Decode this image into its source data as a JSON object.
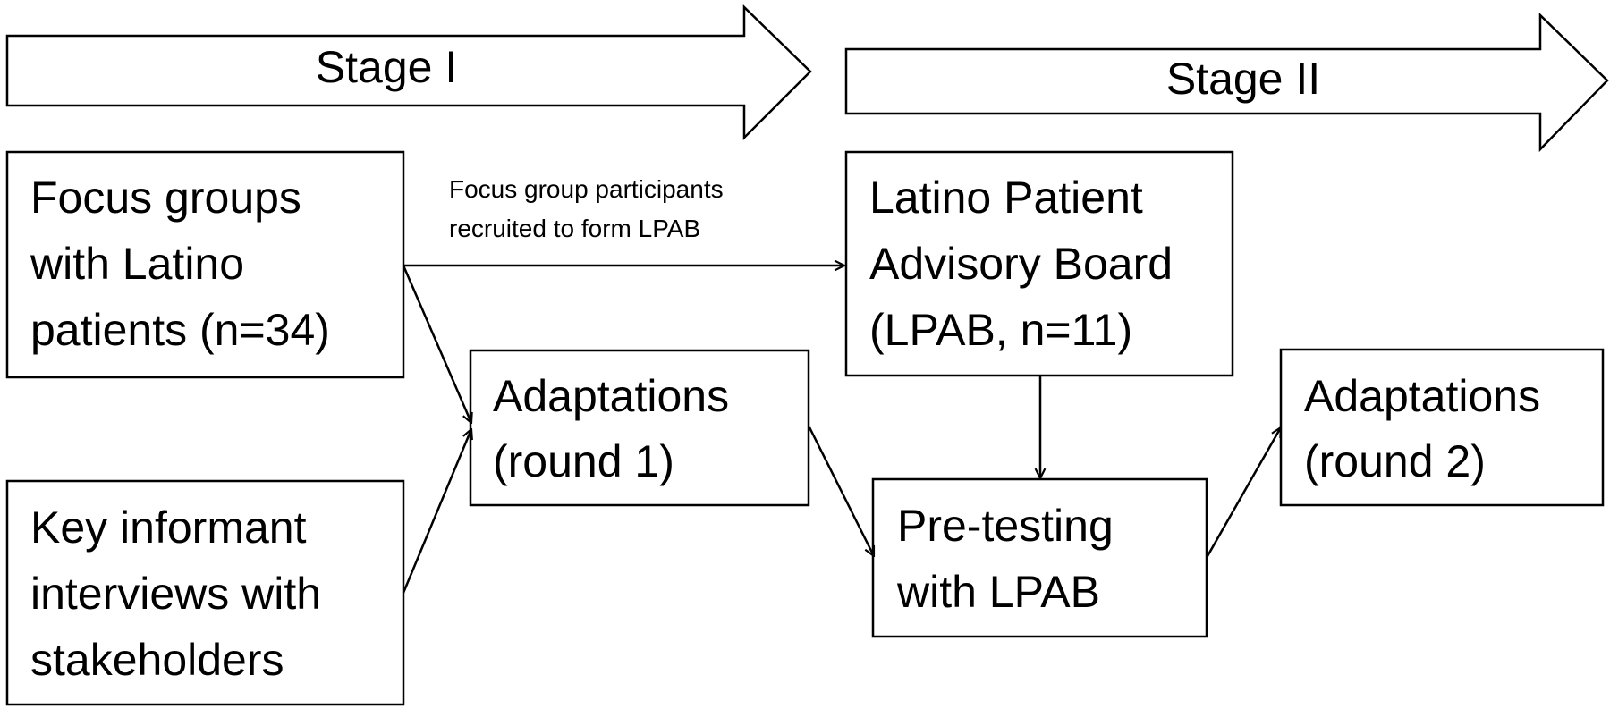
{
  "stages": [
    {
      "label": "Stage I"
    },
    {
      "label": "Stage II"
    }
  ],
  "boxes": {
    "focus_groups": {
      "lines": [
        "Focus groups",
        "with Latino",
        "patients (n=34)"
      ]
    },
    "key_informant": {
      "lines": [
        "Key informant",
        "interviews with",
        "stakeholders"
      ]
    },
    "adaptations_1": {
      "lines": [
        "Adaptations",
        "(round 1)"
      ]
    },
    "lpab": {
      "lines": [
        "Latino Patient",
        "Advisory Board",
        "(LPAB, n=11)"
      ]
    },
    "pretesting": {
      "lines": [
        "Pre-testing",
        "with LPAB"
      ]
    },
    "adaptations_2": {
      "lines": [
        "Adaptations",
        "(round 2)"
      ]
    }
  },
  "edge_label": {
    "lines": [
      "Focus group participants",
      "recruited to form LPAB"
    ]
  }
}
